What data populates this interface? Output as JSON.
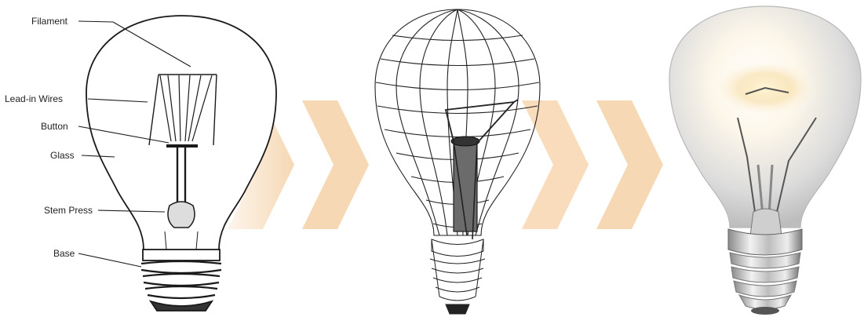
{
  "labels": {
    "filament": "Filament",
    "lead_in_wires": "Lead-in Wires",
    "button": "Button",
    "glass": "Glass",
    "stem_press": "Stem Press",
    "base": "Base"
  },
  "colors": {
    "chevron": "#f6d8b4",
    "chevron_light": "#fbe9d5",
    "line": "#1a1a1a",
    "label_text": "#222222"
  },
  "icons": [
    "lightbulb-line-drawing",
    "lightbulb-wireframe",
    "lightbulb-photo-render",
    "chevron-arrow"
  ]
}
